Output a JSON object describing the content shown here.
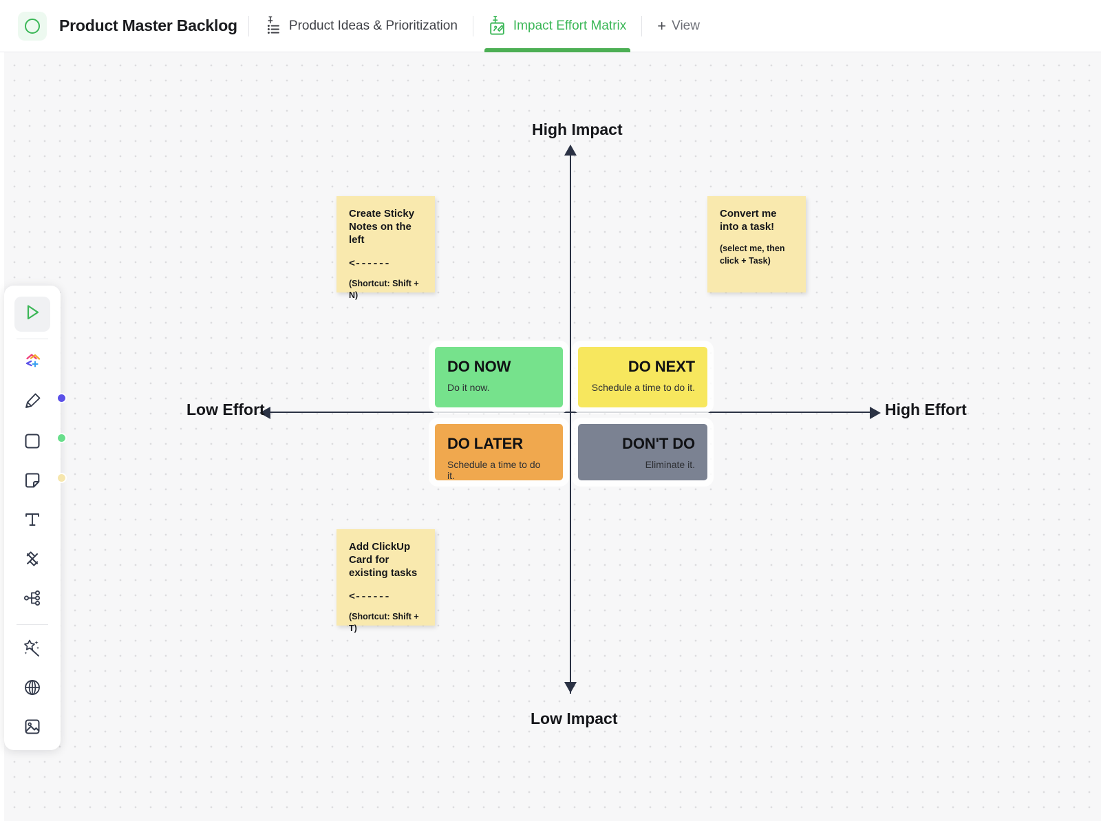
{
  "header": {
    "logo_icon": "circle-outline-logo",
    "board_title": "Product Master Backlog",
    "tabs": [
      {
        "label": "Product Ideas & Prioritization",
        "icon": "pinned-list-icon",
        "active": false
      },
      {
        "label": "Impact Effort Matrix",
        "icon": "pinned-whiteboard-icon",
        "active": true
      }
    ],
    "view_button": {
      "plus": "+",
      "label": "View"
    }
  },
  "toolbar": {
    "items": [
      {
        "name": "select-tool",
        "icon": "cursor-arrow-icon",
        "selected": true
      },
      {
        "name": "add-shape-tool",
        "icon": "add-object-icon",
        "selected": false
      },
      {
        "name": "pen-tool",
        "icon": "highlighter-pen-icon",
        "selected": false
      },
      {
        "name": "shape-tool",
        "icon": "square-shape-icon",
        "selected": false
      },
      {
        "name": "sticky-note-tool",
        "icon": "sticky-note-icon",
        "selected": false
      },
      {
        "name": "text-tool",
        "icon": "text-t-icon",
        "selected": false
      },
      {
        "name": "connector-tool",
        "icon": "double-arrow-icon",
        "selected": false
      },
      {
        "name": "mindmap-tool",
        "icon": "hierarchy-nodes-icon",
        "selected": false
      },
      {
        "name": "ai-tool",
        "icon": "magic-wand-icon",
        "selected": false
      },
      {
        "name": "embed-tool",
        "icon": "globe-icon",
        "selected": false
      },
      {
        "name": "image-tool",
        "icon": "image-icon",
        "selected": false
      }
    ],
    "swatches": [
      {
        "name": "color-swatch-blue",
        "color": "#5b51e8"
      },
      {
        "name": "color-swatch-green",
        "color": "#68de8b"
      },
      {
        "name": "color-swatch-yellow",
        "color": "#f6e6ad"
      }
    ]
  },
  "matrix": {
    "axis_labels": {
      "top": "High Impact",
      "bottom": "Low Impact",
      "left": "Low Effort",
      "right": "High Effort"
    },
    "quadrants": [
      {
        "title": "DO NOW",
        "subtitle": "Do it now.",
        "color": "#76e28c",
        "align": "left"
      },
      {
        "title": "DO NEXT",
        "subtitle": "Schedule a time to do it.",
        "color": "#f7e75e",
        "align": "right"
      },
      {
        "title": "DO LATER",
        "subtitle": "Schedule a time to do it.",
        "color": "#f0a84e",
        "align": "left"
      },
      {
        "title": "DON'T DO",
        "subtitle": "Eliminate it.",
        "color": "#7b8292",
        "align": "right"
      }
    ]
  },
  "sticky_notes": [
    {
      "title": "Create Sticky Notes on the left",
      "arrow": "<------",
      "note": "(Shortcut: Shift + N)",
      "color": "#f9e9ae"
    },
    {
      "title": "Convert me into a task!",
      "arrow": "",
      "note": "(select me, then click + Task)",
      "color": "#f9e9ae"
    },
    {
      "title": "Add ClickUp Card for existing tasks",
      "arrow": "<------",
      "note": "(Shortcut: Shift + T)",
      "color": "#f9e9ae"
    }
  ],
  "colors": {
    "accent_green": "#3bb757",
    "tab_underline": "#4caf54",
    "canvas_bg": "#f7f7f8",
    "axis": "#2b3244"
  }
}
